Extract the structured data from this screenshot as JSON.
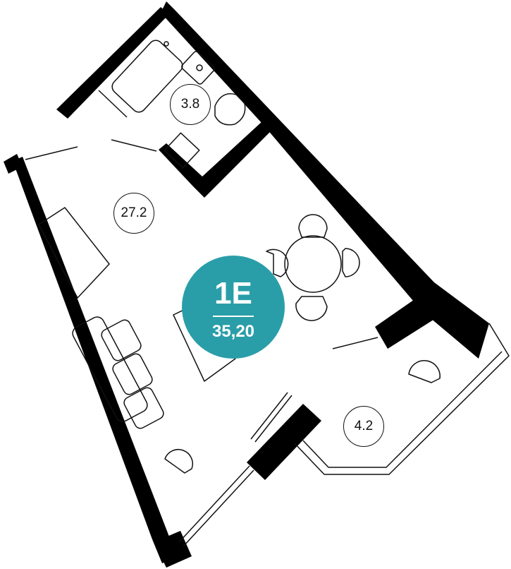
{
  "apartment": {
    "code": "1E",
    "total_area": "35,20",
    "accent_color": "#2a9ea8"
  },
  "rooms": [
    {
      "id": "bathroom",
      "area": "3.8"
    },
    {
      "id": "living",
      "area": "27.2"
    },
    {
      "id": "balcony",
      "area": "4.2"
    }
  ],
  "colors": {
    "wall": "#000000",
    "line": "#111111",
    "background": "#ffffff"
  }
}
